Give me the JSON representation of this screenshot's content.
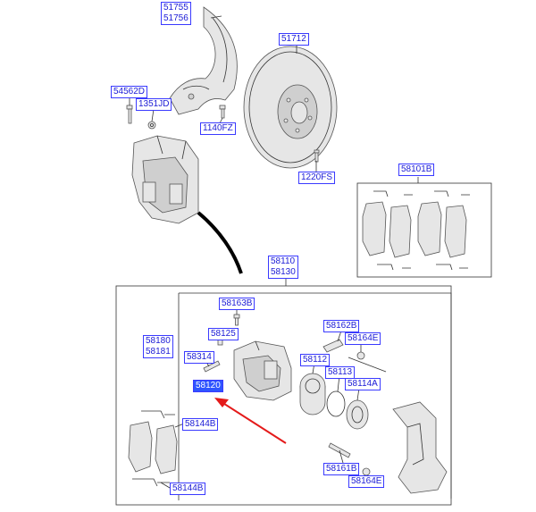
{
  "labels": {
    "l51755": "51755",
    "l51756": "51756",
    "l51712": "51712",
    "l54562D": "54562D",
    "l1351JD": "1351JD",
    "l1140FZ": "1140FZ",
    "l1220FS": "1220FS",
    "l58101B": "58101B",
    "l58110": "58110",
    "l58130": "58130",
    "l58163B": "58163B",
    "l58162B": "58162B",
    "l58125": "58125",
    "l58180": "58180",
    "l58181": "58181",
    "l58164E_top": "58164E",
    "l58314": "58314",
    "l58112": "58112",
    "l58113": "58113",
    "l58120": "58120",
    "l58114A": "58114A",
    "l58144B_top": "58144B",
    "l58161B": "58161B",
    "l58164E_bottom": "58164E",
    "l58144B_bottom": "58144B"
  },
  "colors": {
    "label_text": "#1b1bd6",
    "label_border": "#3a3aff",
    "highlight_fill": "#2f55ff",
    "arrow": "#e41a1a"
  }
}
